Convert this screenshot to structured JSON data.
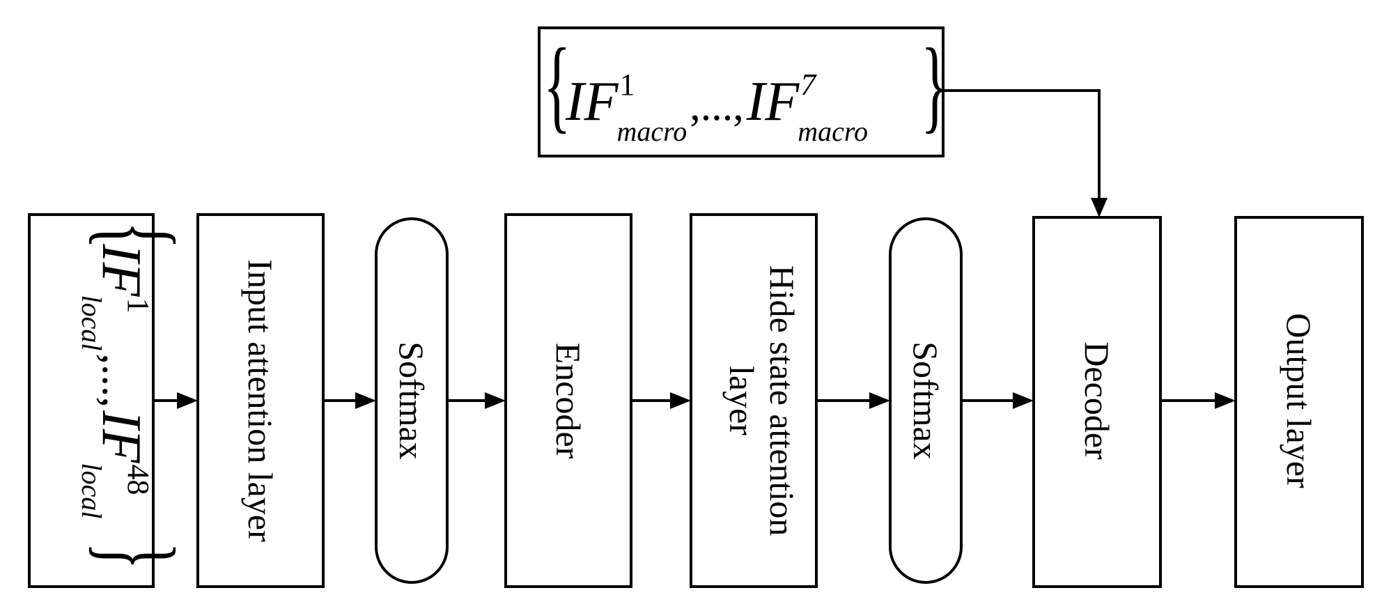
{
  "macro_input": {
    "base": "IF",
    "first_index": "1",
    "last_index": "7",
    "subscript": "macro",
    "separator": ",...,"
  },
  "local_input": {
    "base": "IF",
    "first_index": "1",
    "last_index": "48",
    "subscript": "local",
    "separator": ",...,"
  },
  "blocks": [
    {
      "id": "input-attention",
      "label": "Input attention layer"
    },
    {
      "id": "softmax-1",
      "label": "Softmax"
    },
    {
      "id": "encoder",
      "label": "Encoder"
    },
    {
      "id": "hide-state-attention",
      "line1": "Hide state attention",
      "line2": "layer"
    },
    {
      "id": "softmax-2",
      "label": "Softmax"
    },
    {
      "id": "decoder",
      "label": "Decoder"
    },
    {
      "id": "output",
      "label": "Output layer"
    }
  ]
}
